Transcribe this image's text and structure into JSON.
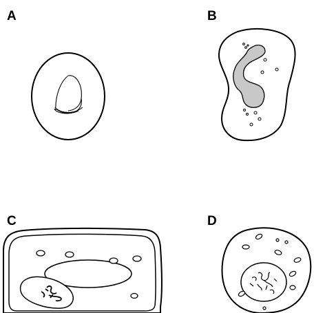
{
  "panels": [
    {
      "label": "A",
      "shape": "round-cell-coiled-nucleus"
    },
    {
      "label": "B",
      "shape": "irregular-cell-lobed-nucleus"
    },
    {
      "label": "C",
      "shape": "rectangular-cell-wall-vacuole"
    },
    {
      "label": "D",
      "shape": "round-cell-nucleus-organelles"
    }
  ],
  "colors": {
    "stroke": "#000000",
    "fill": "#ffffff",
    "nucleus_fill_b": "#c8c8c8",
    "nucleus_fill_c": "#c8c8c8",
    "nucleus_fill_d": "#d9d9d9"
  }
}
